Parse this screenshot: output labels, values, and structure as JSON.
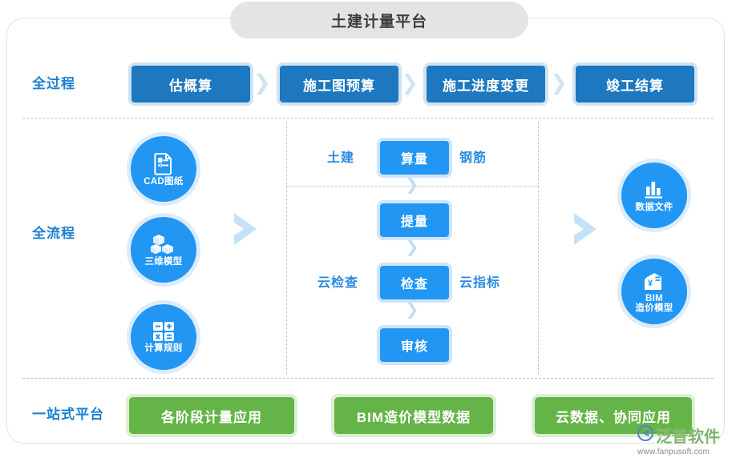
{
  "header": {
    "title": "土建计量平台"
  },
  "rows": {
    "process_label": "全过程",
    "flow_label": "全流程",
    "platform_label": "一站式平台"
  },
  "process_stages": [
    {
      "label": "估概算"
    },
    {
      "label": "施工图预算"
    },
    {
      "label": "施工进度变更"
    },
    {
      "label": "竣工结算"
    }
  ],
  "stage_separator_icon": "chevron-right-icon",
  "inputs": [
    {
      "label": "CAD图纸",
      "icon": "cad-drawing-icon"
    },
    {
      "label": "三维模型",
      "icon": "3d-model-icon"
    },
    {
      "label": "计算规则",
      "icon": "calculator-icon"
    }
  ],
  "outputs": [
    {
      "label": "数据文件",
      "label2": "",
      "icon": "bar-chart-file-icon"
    },
    {
      "label": "BIM",
      "label2": "造价模型",
      "icon": "bim-cost-model-icon"
    }
  ],
  "flow_arrow_icon": "chevron-right-big-icon",
  "center": {
    "steps": [
      {
        "label": "算量",
        "left": "土建",
        "right": "钢筋"
      },
      {
        "label": "提量",
        "left": "",
        "right": ""
      },
      {
        "label": "检查",
        "left": "云检查",
        "right": "云指标"
      },
      {
        "label": "审核",
        "left": "",
        "right": ""
      }
    ],
    "step_arrow_icon": "chevron-down-icon"
  },
  "platform_items": [
    {
      "label": "各阶段计量应用"
    },
    {
      "label": "BIM造价模型数据"
    },
    {
      "label": "云数据、协同应用"
    }
  ],
  "watermark": {
    "brand": "泛普软件",
    "url": "www.fanpusoft.com",
    "logo_icon": "fanpu-logo-icon"
  },
  "colors": {
    "title_pill_bg": "#e4e4e4",
    "process_blue": "#1d78bf",
    "flow_blue": "#2196f3",
    "platform_green": "#65b448",
    "label_blue": "#1d7fd0",
    "dashed_gray": "#c4c4c4",
    "halo_blue": "#cfe3f3",
    "halo_green": "#dcefd4"
  }
}
